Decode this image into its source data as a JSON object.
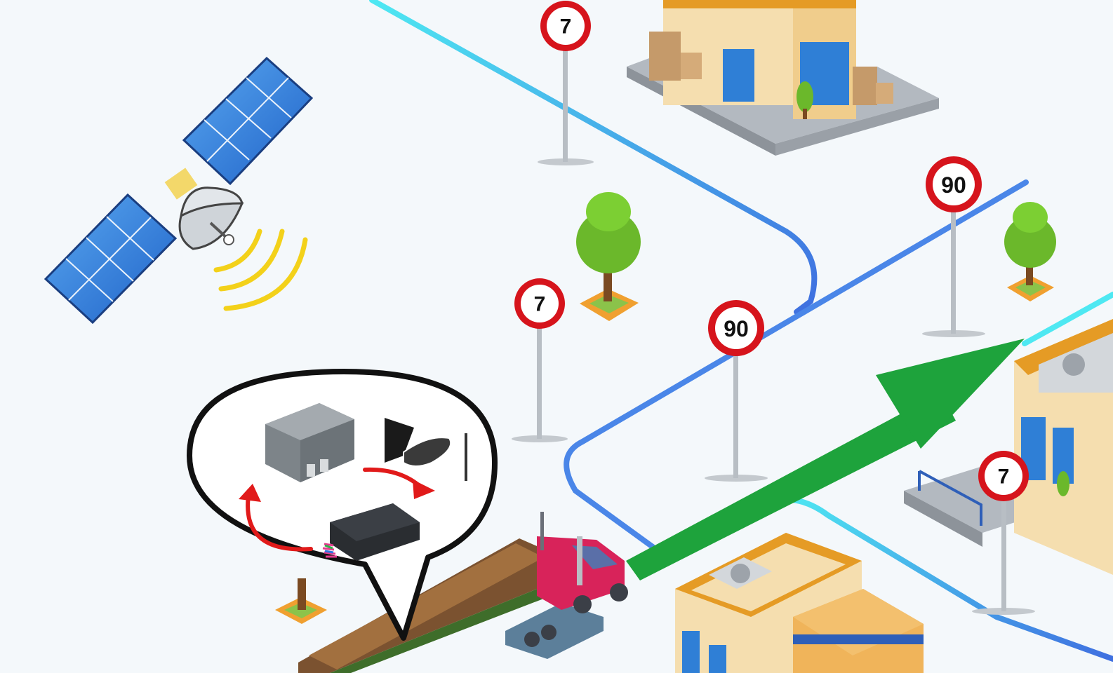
{
  "signs": [
    {
      "label": "7"
    },
    {
      "label": "7"
    },
    {
      "label": "90"
    },
    {
      "label": "90"
    },
    {
      "label": "7"
    }
  ],
  "colors": {
    "background": "#f4f8fb",
    "road_cyan": "#4ee8f2",
    "road_blue": "#3f8de6",
    "route_arrow": "#1ea33c",
    "sign_red": "#d6141c",
    "wireless_wave": "#f3d11a",
    "flow_arrow": "#e11a1a",
    "truck_cab": "#d8235a",
    "trailer": "#7b5230"
  },
  "icons": [
    "satellite-icon",
    "wireless-signal-icon",
    "speed-limiter-box-icon",
    "gps-tracker-icon",
    "accelerator-pedal-icon",
    "truck-icon",
    "tree-icon",
    "building-icon"
  ]
}
